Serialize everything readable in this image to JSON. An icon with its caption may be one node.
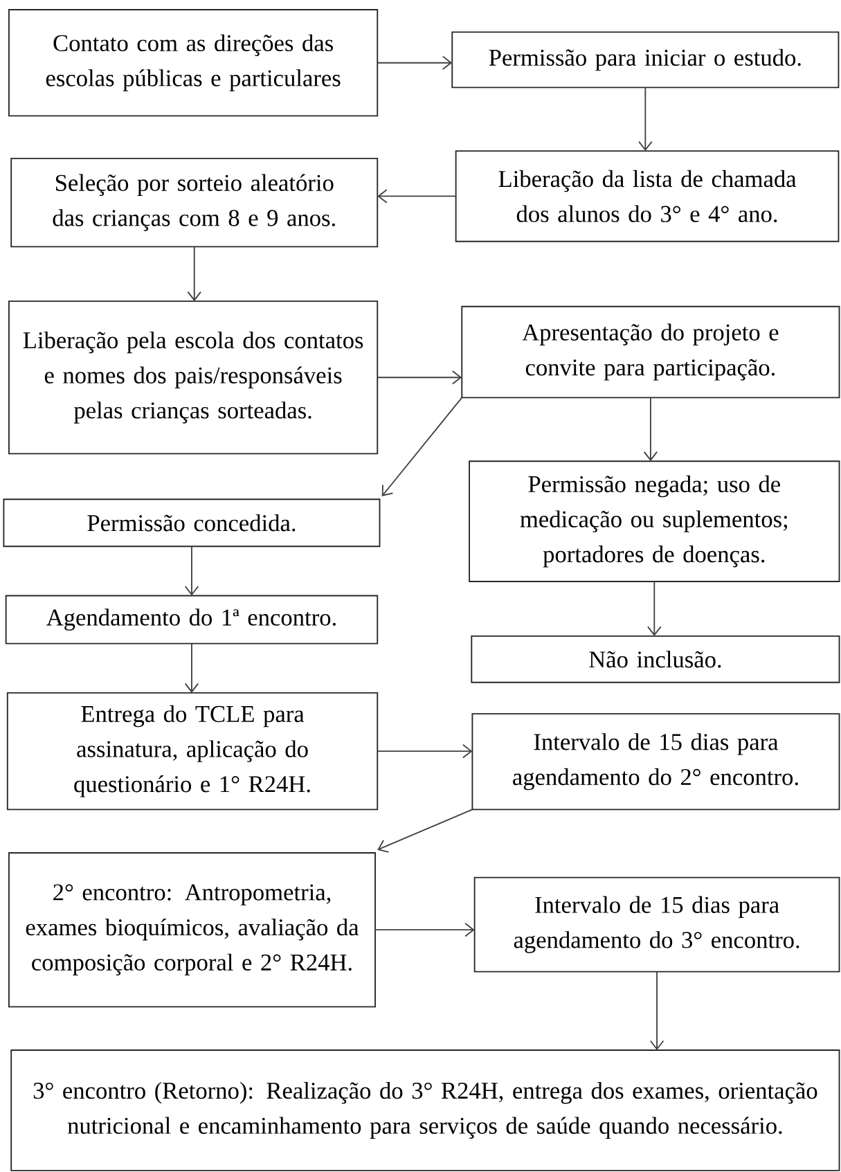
{
  "diagram": {
    "nodes": [
      {
        "text": [
          "Contato com as direções das escolas públicas e particulares"
        ]
      },
      {
        "text": [
          "Permissão para iniciar o estudo."
        ]
      },
      {
        "text": [
          "Liberação da lista de chamada dos alunos do 3° e 4° ano."
        ]
      },
      {
        "text": [
          "Seleção por sorteio aleatório das crianças com 8 e 9 anos."
        ]
      },
      {
        "text": [
          "Liberação pela escola dos contatos e nomes dos pais/responsáveis pelas crianças sorteadas."
        ]
      },
      {
        "text": [
          "Apresentação do projeto e convite para participação."
        ]
      },
      {
        "text": [
          "Permissão concedida."
        ]
      },
      {
        "text": [
          "Permissão negada; uso de medicação ou suplementos; portadores de doenças."
        ]
      },
      {
        "text": [
          "Agendamento do 1ª encontro."
        ]
      },
      {
        "text": [
          "Não inclusão."
        ]
      },
      {
        "text": [
          "Entrega do TCLE para assinatura, aplicação do questionário e 1° R24H."
        ]
      },
      {
        "text": [
          "Intervalo de 15 dias para agendamento do 2° encontro."
        ]
      },
      {
        "text": [
          "2° encontro: Antropometria, exames bioquímicos, avaliação da composição corporal e 2° R24H."
        ]
      },
      {
        "text": [
          "Intervalo de 15 dias para agendamento do 3° encontro."
        ]
      },
      {
        "text": [
          "3° encontro (Retorno): Realização do 3° R24H, entrega dos exames, orientação nutricional e encaminhamento para serviços de saúde quando necessário."
        ]
      }
    ],
    "edges": [
      {
        "from": 0,
        "to": 1,
        "arrow": "to"
      },
      {
        "from": 1,
        "to": 2,
        "arrow": "to"
      },
      {
        "from": 2,
        "to": 3,
        "arrow": "to"
      },
      {
        "from": 3,
        "to": 4,
        "arrow": "to"
      },
      {
        "from": 4,
        "to": 5,
        "arrow": "to"
      },
      {
        "from": 5,
        "to": 6,
        "arrow": "to"
      },
      {
        "from": 5,
        "to": 7,
        "arrow": "to"
      },
      {
        "from": 6,
        "to": 8,
        "arrow": "to"
      },
      {
        "from": 7,
        "to": 9,
        "arrow": "to"
      },
      {
        "from": 8,
        "to": 10,
        "arrow": "to"
      },
      {
        "from": 10,
        "to": 11,
        "arrow": "to"
      },
      {
        "from": 11,
        "to": 12,
        "arrow": "to"
      },
      {
        "from": 12,
        "to": 13,
        "arrow": "to"
      },
      {
        "from": 13,
        "to": 14,
        "arrow": "to"
      }
    ]
  }
}
